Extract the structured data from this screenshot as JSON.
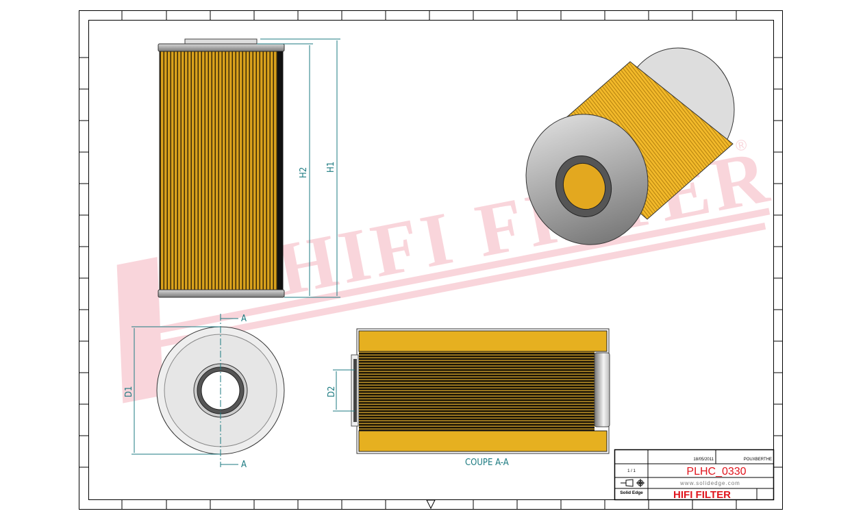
{
  "drawing": {
    "dimensions": {
      "h1": "H1",
      "h2": "H2",
      "d1": "D1",
      "d2": "D2"
    },
    "section_marker": "A",
    "section_caption": "COUPE A-A",
    "watermark": "HIFI FILTER",
    "watermark_mark": "®"
  },
  "title_block": {
    "date": "18/05/2011",
    "drawn_by": "POUXBERTHE",
    "sheet": "1 / 1",
    "title": "PLHC_0330",
    "website": "www.solidedge.com",
    "software": "Solid Edge",
    "company": "HIFI FILTER"
  },
  "colors": {
    "paper_yellow": "#e6b020",
    "dimension": "#1b7a80",
    "brand_red": "#e0141c",
    "watermark": "#f7c8cf"
  }
}
